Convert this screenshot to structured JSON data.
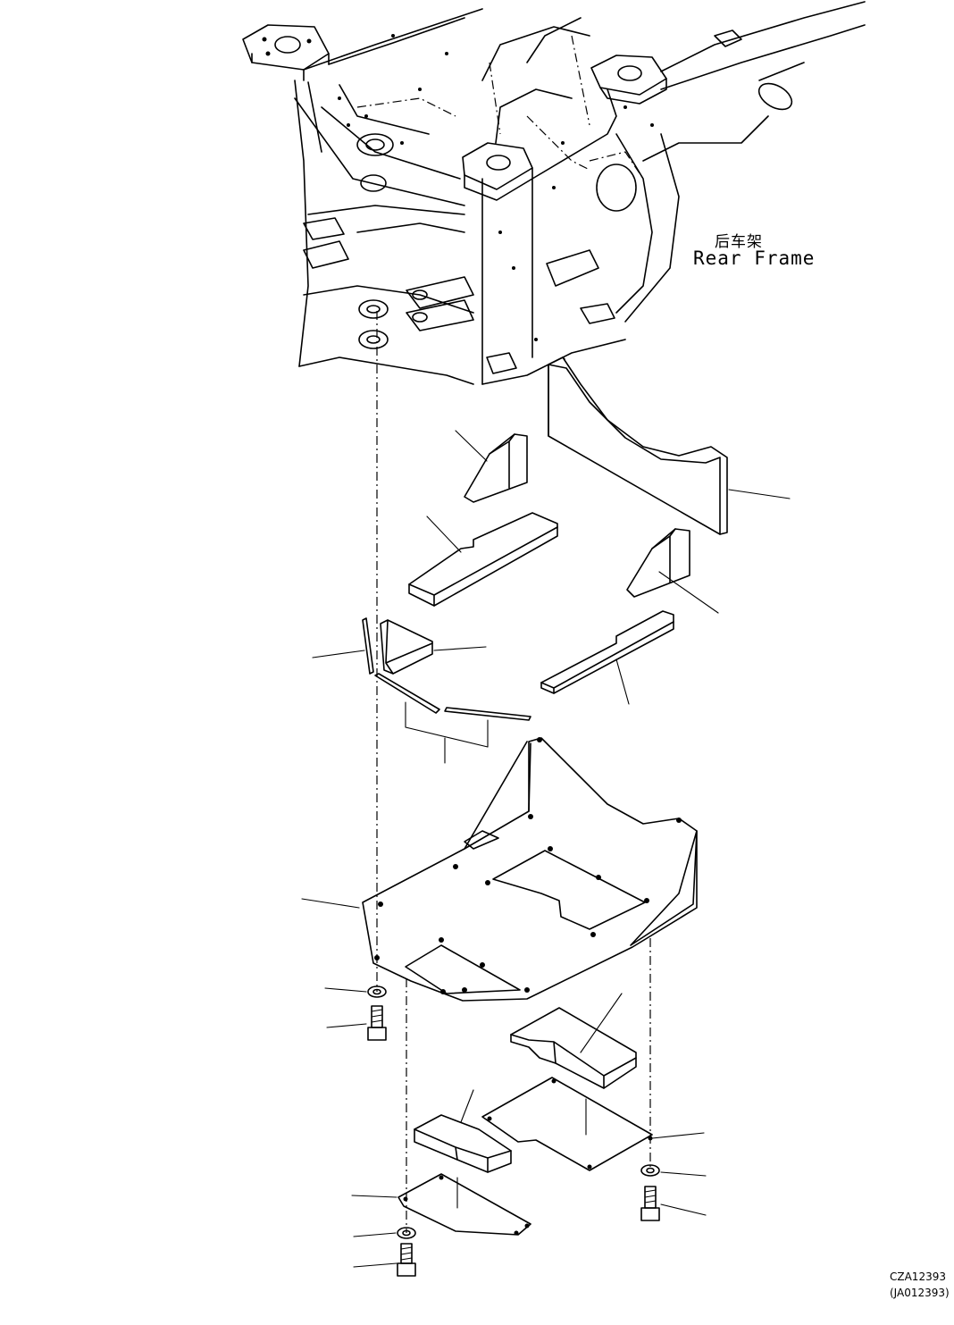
{
  "labels": {
    "frame_name_cn": "后车架",
    "frame_name_en": "Rear Frame",
    "drawing_code": "CZA12393",
    "drawing_code_alt": "(JA012393)"
  }
}
